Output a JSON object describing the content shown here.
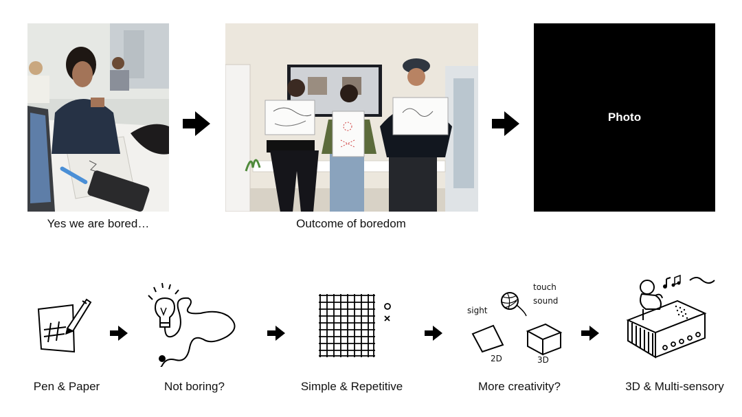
{
  "top_row": {
    "photo1_caption": "Yes we are bored…",
    "photo2_caption": "Outcome of boredom",
    "photo3_label": "Photo"
  },
  "bottom_row": [
    {
      "label": "Pen & Paper"
    },
    {
      "label": "Not boring?"
    },
    {
      "label": "Simple & Repetitive"
    },
    {
      "label": "More creativity?"
    },
    {
      "label": "3D & Multi-sensory"
    }
  ],
  "sketch_text": {
    "sight": "sight",
    "touch": "touch",
    "sound": "sound",
    "two_d": "2D",
    "three_d": "3D"
  }
}
